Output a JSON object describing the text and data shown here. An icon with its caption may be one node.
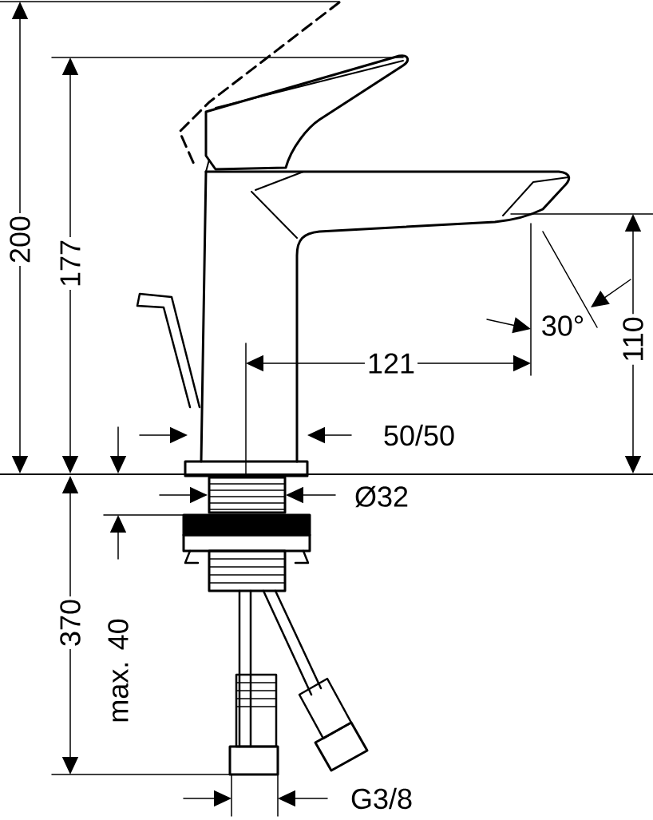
{
  "diagram": {
    "labels": [
      "200",
      "177",
      "110",
      "30°",
      "121",
      "50/50",
      "Ø32",
      "370",
      "max. 40",
      "G3/8"
    ]
  }
}
